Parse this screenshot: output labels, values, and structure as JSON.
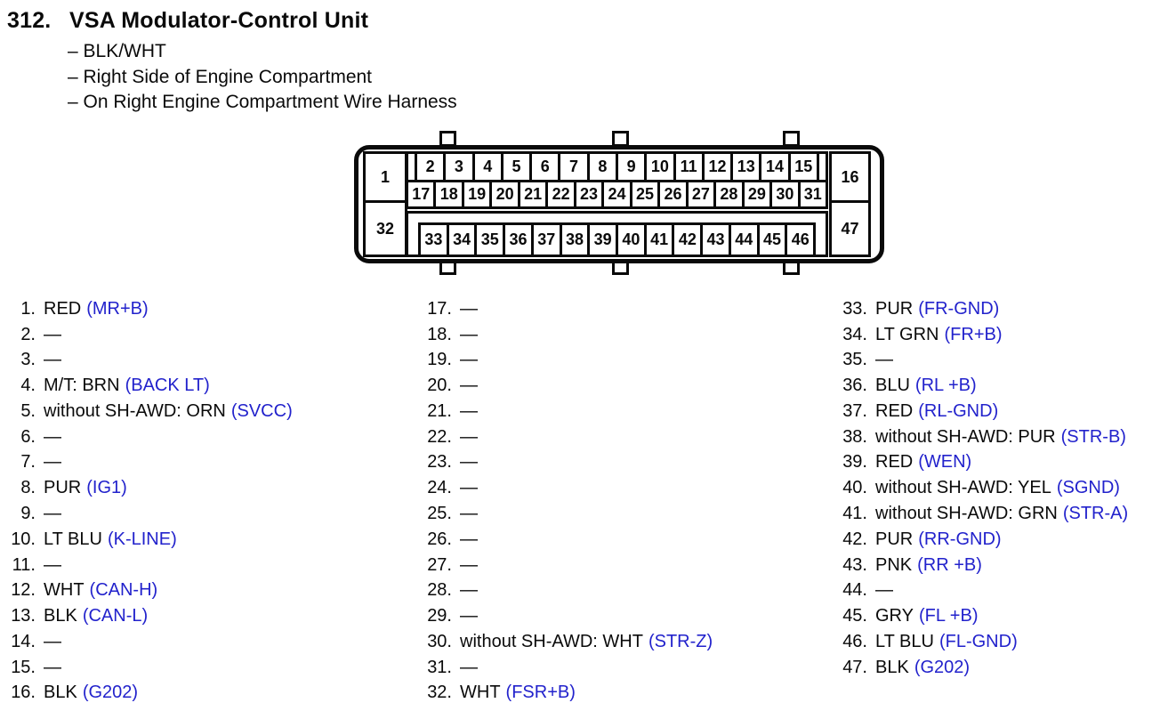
{
  "page": {
    "title_number": "312.",
    "title_text": "VSA Modulator-Control Unit",
    "details": [
      "– BLK/WHT",
      "– Right Side of Engine Compartment",
      "– On Right Engine Compartment Wire Harness"
    ]
  },
  "connector": {
    "corner_pins": {
      "top_left": "1",
      "bottom_left": "32",
      "top_right": "16",
      "bottom_right": "47"
    },
    "row_top": [
      "2",
      "3",
      "4",
      "5",
      "6",
      "7",
      "8",
      "9",
      "10",
      "11",
      "12",
      "13",
      "14",
      "15"
    ],
    "row_middle": [
      "17",
      "18",
      "19",
      "20",
      "21",
      "22",
      "23",
      "24",
      "25",
      "26",
      "27",
      "28",
      "29",
      "30",
      "31"
    ],
    "row_bottom": [
      "33",
      "34",
      "35",
      "36",
      "37",
      "38",
      "39",
      "40",
      "41",
      "42",
      "43",
      "44",
      "45",
      "46"
    ]
  },
  "pin_list": {
    "columns": [
      {
        "entries": [
          {
            "n": "1.",
            "t": "RED",
            "s": "(MR+B)"
          },
          {
            "n": "2.",
            "t": "—",
            "s": ""
          },
          {
            "n": "3.",
            "t": "—",
            "s": ""
          },
          {
            "n": "4.",
            "t": "M/T: BRN",
            "s": "(BACK LT)"
          },
          {
            "n": "5.",
            "t": "without SH-AWD: ORN",
            "s": "(SVCC)"
          },
          {
            "n": "6.",
            "t": "—",
            "s": ""
          },
          {
            "n": "7.",
            "t": "—",
            "s": ""
          },
          {
            "n": "8.",
            "t": "PUR",
            "s": "(IG1)"
          },
          {
            "n": "9.",
            "t": "—",
            "s": ""
          },
          {
            "n": "10.",
            "t": "LT BLU",
            "s": "(K-LINE)"
          },
          {
            "n": "11.",
            "t": "—",
            "s": ""
          },
          {
            "n": "12.",
            "t": "WHT",
            "s": "(CAN-H)"
          },
          {
            "n": "13.",
            "t": "BLK",
            "s": "(CAN-L)"
          },
          {
            "n": "14.",
            "t": "—",
            "s": ""
          },
          {
            "n": "15.",
            "t": "—",
            "s": ""
          },
          {
            "n": "16.",
            "t": "BLK",
            "s": "(G202)"
          }
        ]
      },
      {
        "entries": [
          {
            "n": "17.",
            "t": "—",
            "s": ""
          },
          {
            "n": "18.",
            "t": "—",
            "s": ""
          },
          {
            "n": "19.",
            "t": "—",
            "s": ""
          },
          {
            "n": "20.",
            "t": "—",
            "s": ""
          },
          {
            "n": "21.",
            "t": "—",
            "s": ""
          },
          {
            "n": "22.",
            "t": "—",
            "s": ""
          },
          {
            "n": "23.",
            "t": "—",
            "s": ""
          },
          {
            "n": "24.",
            "t": "—",
            "s": ""
          },
          {
            "n": "25.",
            "t": "—",
            "s": ""
          },
          {
            "n": "26.",
            "t": "—",
            "s": ""
          },
          {
            "n": "27.",
            "t": "—",
            "s": ""
          },
          {
            "n": "28.",
            "t": "—",
            "s": ""
          },
          {
            "n": "29.",
            "t": "—",
            "s": ""
          },
          {
            "n": "30.",
            "t": "without SH-AWD: WHT",
            "s": "(STR-Z)"
          },
          {
            "n": "31.",
            "t": "—",
            "s": ""
          },
          {
            "n": "32.",
            "t": "WHT",
            "s": "(FSR+B)"
          }
        ]
      },
      {
        "entries": [
          {
            "n": "33.",
            "t": "PUR",
            "s": "(FR-GND)"
          },
          {
            "n": "34.",
            "t": "LT GRN",
            "s": "(FR+B)"
          },
          {
            "n": "35.",
            "t": "—",
            "s": ""
          },
          {
            "n": "36.",
            "t": "BLU",
            "s": "(RL +B)"
          },
          {
            "n": "37.",
            "t": "RED",
            "s": "(RL-GND)"
          },
          {
            "n": "38.",
            "t": "without SH-AWD: PUR",
            "s": "(STR-B)"
          },
          {
            "n": "39.",
            "t": "RED",
            "s": "(WEN)"
          },
          {
            "n": "40.",
            "t": "without SH-AWD: YEL",
            "s": "(SGND)"
          },
          {
            "n": "41.",
            "t": "without SH-AWD: GRN",
            "s": "(STR-A)"
          },
          {
            "n": "42.",
            "t": "PUR",
            "s": "(RR-GND)"
          },
          {
            "n": "43.",
            "t": "PNK",
            "s": "(RR +B)"
          },
          {
            "n": "44.",
            "t": "—",
            "s": ""
          },
          {
            "n": "45.",
            "t": "GRY",
            "s": "(FL +B)"
          },
          {
            "n": "46.",
            "t": "LT BLU",
            "s": "(FL-GND)"
          },
          {
            "n": "47.",
            "t": "BLK",
            "s": "(G202)"
          }
        ]
      }
    ]
  },
  "colors": {
    "ink": "#0a0a0a",
    "signal_blue": "#2222cc",
    "paper": "#ffffff"
  }
}
